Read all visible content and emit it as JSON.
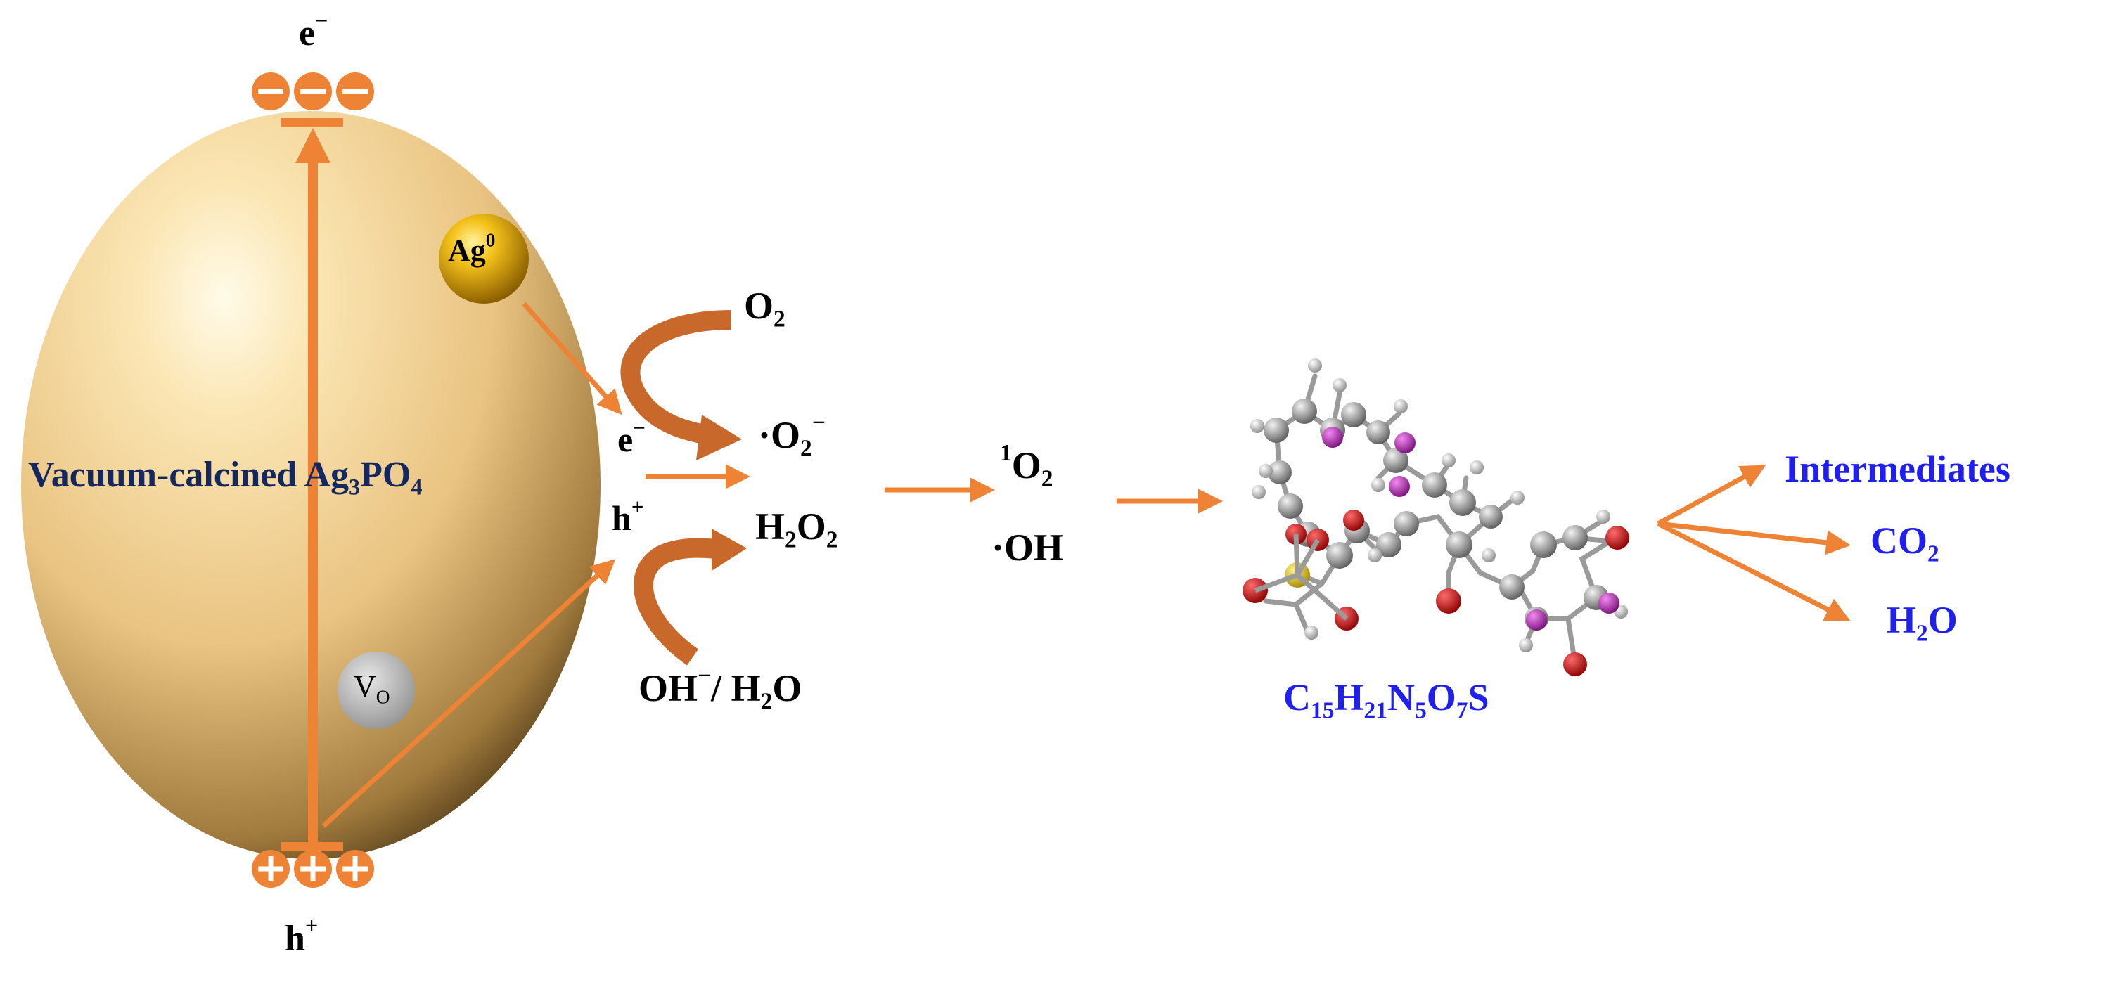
{
  "diagram": {
    "particle": {
      "label_main": "Vacuum-calcined Ag",
      "label_sub": "3",
      "label_tail": "PO",
      "label_sub2": "4"
    },
    "ag0": {
      "main": "Ag",
      "sup": "0"
    },
    "vo": {
      "main": "V",
      "sub": "O"
    },
    "top_electron": {
      "main": "e",
      "sup": "−"
    },
    "bottom_hole": {
      "main": "h",
      "sup": "+"
    },
    "surface_electron": {
      "main": "e",
      "sup": "−"
    },
    "surface_hole": {
      "main": "h",
      "sup": "+"
    },
    "o2": {
      "main": "O",
      "sub": "2"
    },
    "superoxide": {
      "main": "·O",
      "sub": "2",
      "sup": "−"
    },
    "h2o2": {
      "a": "H",
      "sub1": "2",
      "b": "O",
      "sub2": "2"
    },
    "oh_h2o": {
      "a": "OH",
      "sup": "−",
      "b": "/ H",
      "sub": "2",
      "c": "O"
    },
    "singlet_o2": {
      "sup": "1",
      "main": "O",
      "sub": "2"
    },
    "hydroxyl": "·OH",
    "molecule": {
      "a": "C",
      "s1": "15",
      "b": "H",
      "s2": "21",
      "c": "N",
      "s3": "5",
      "d": "O",
      "s4": "7",
      "e": "S"
    },
    "products": {
      "intermediates": "Intermediates",
      "co2": {
        "main": "CO",
        "sub": "2"
      },
      "h2o": {
        "a": "H",
        "sub": "2",
        "b": "O"
      }
    },
    "colors": {
      "arrow": "#ee8235",
      "curved_arrow": "#c8682a",
      "blue_text": "#1f1ff0",
      "navy_text": "#14275e",
      "particle": "#e8c27e",
      "ag_ball": "#f0b400"
    }
  }
}
